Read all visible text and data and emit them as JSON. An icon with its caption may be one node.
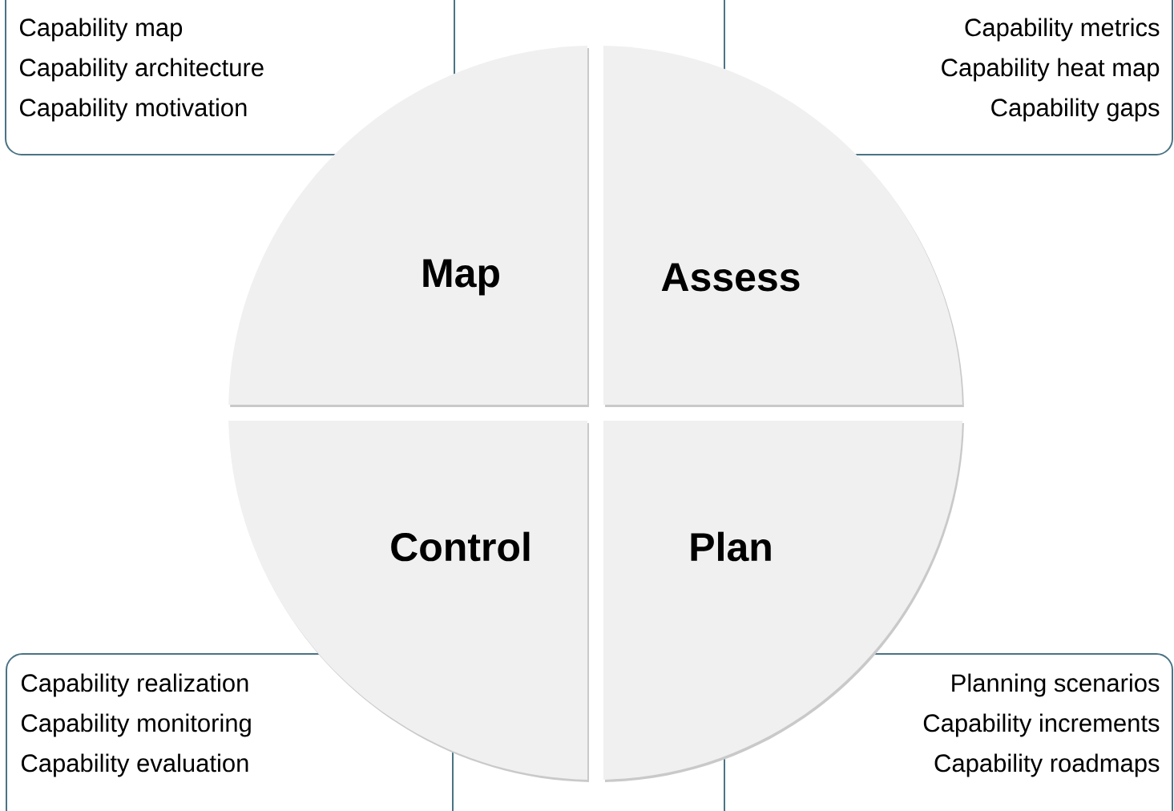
{
  "diagram": {
    "nodes": [
      {
        "text": [
          "Capability map",
          "Capability architecture",
          "Capability motivation"
        ]
      },
      {
        "text": [
          "Capability metrics",
          "Capability heat map",
          "Capability gaps"
        ]
      },
      {
        "text": [
          "Map"
        ]
      },
      {
        "text": [
          "Assess"
        ]
      },
      {
        "text": [
          "Control"
        ]
      },
      {
        "text": [
          "Plan"
        ]
      },
      {
        "text": [
          "Capability realization",
          "Capability monitoring",
          "Capability evaluation"
        ]
      },
      {
        "text": [
          "Planning scenarios",
          "Capability increments",
          "Capability roadmaps"
        ]
      }
    ]
  }
}
